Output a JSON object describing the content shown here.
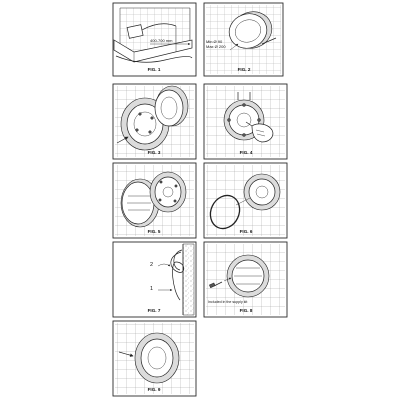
{
  "figures": [
    {
      "caption": "FIG. 1",
      "labels": {
        "dimension": "400-700 mm"
      }
    },
    {
      "caption": "FIG. 2",
      "labels": {
        "spec_line_1": "Min Ø 90",
        "spec_line_2": "Max Ø 200"
      }
    },
    {
      "caption": "FIG. 3",
      "labels": {}
    },
    {
      "caption": "FIG. 4",
      "labels": {}
    },
    {
      "caption": "FIG. 5",
      "labels": {}
    },
    {
      "caption": "FIG. 6",
      "labels": {}
    },
    {
      "caption": "FIG. 7",
      "labels": {
        "step_2": "2",
        "step_1": "1"
      }
    },
    {
      "caption": "FIG. 8",
      "labels": {
        "note": "Included in the supply kit"
      }
    },
    {
      "caption": "FIG. 9",
      "labels": {}
    }
  ]
}
